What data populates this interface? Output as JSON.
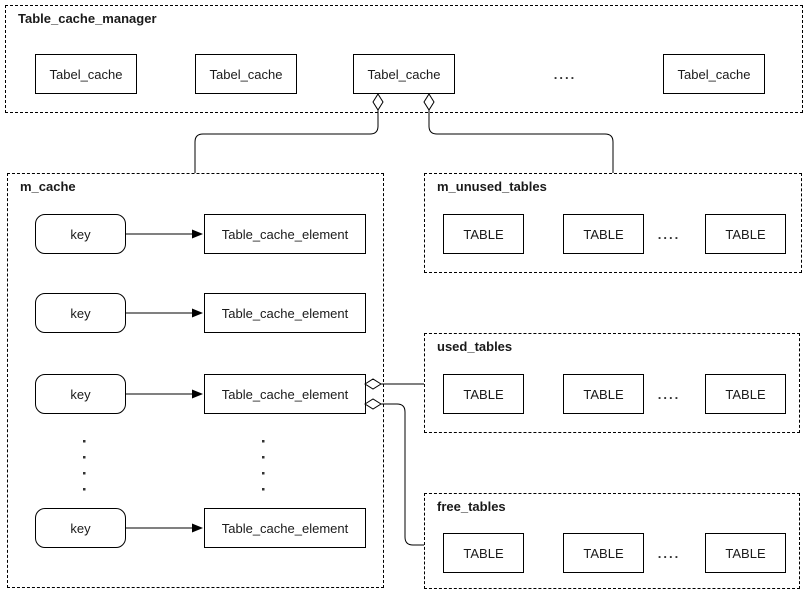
{
  "diagram": {
    "top_container": {
      "title": "Table_cache_manager",
      "boxes": [
        "Tabel_cache",
        "Tabel_cache",
        "Tabel_cache",
        "Tabel_cache"
      ],
      "ellipsis": "...."
    },
    "m_cache": {
      "title": "m_cache",
      "rows": [
        {
          "key": "key",
          "element": "Table_cache_element"
        },
        {
          "key": "key",
          "element": "Table_cache_element"
        },
        {
          "key": "key",
          "element": "Table_cache_element"
        },
        {
          "key": "key",
          "element": "Table_cache_element"
        }
      ]
    },
    "m_unused_tables": {
      "title": "m_unused_tables",
      "tables": [
        "TABLE",
        "TABLE",
        "TABLE"
      ],
      "ellipsis": "...."
    },
    "used_tables": {
      "title": "used_tables",
      "tables": [
        "TABLE",
        "TABLE",
        "TABLE"
      ],
      "ellipsis": "...."
    },
    "free_tables": {
      "title": "free_tables",
      "tables": [
        "TABLE",
        "TABLE",
        "TABLE"
      ],
      "ellipsis": "...."
    },
    "colors": {
      "stroke": "#000000",
      "background": "#ffffff",
      "text": "#1a1a1a"
    }
  }
}
